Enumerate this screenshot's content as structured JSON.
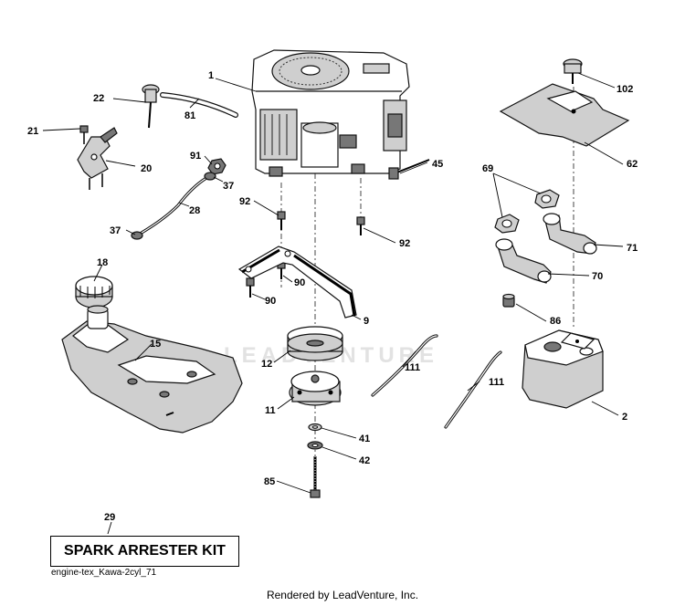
{
  "callouts": {
    "c1": "1",
    "c22": "22",
    "c81": "81",
    "c21": "21",
    "c20": "20",
    "c91": "91",
    "c37a": "37",
    "c37b": "37",
    "c28": "28",
    "c92a": "92",
    "c92b": "92",
    "c45": "45",
    "c102": "102",
    "c62": "62",
    "c69": "69",
    "c71": "71",
    "c70": "70",
    "c86": "86",
    "c18": "18",
    "c15": "15",
    "c90a": "90",
    "c90b": "90",
    "c9": "9",
    "c12": "12",
    "c111a": "111",
    "c111b": "111",
    "c11": "11",
    "c41": "41",
    "c42": "42",
    "c85": "85",
    "c2": "2",
    "c29": "29"
  },
  "kit_label": "SPARK ARRESTER KIT",
  "file_id": "engine-tex_Kawa-2cyl_71",
  "credit": "Rendered by LeadVenture, Inc.",
  "watermark": "LEADVENTURE"
}
